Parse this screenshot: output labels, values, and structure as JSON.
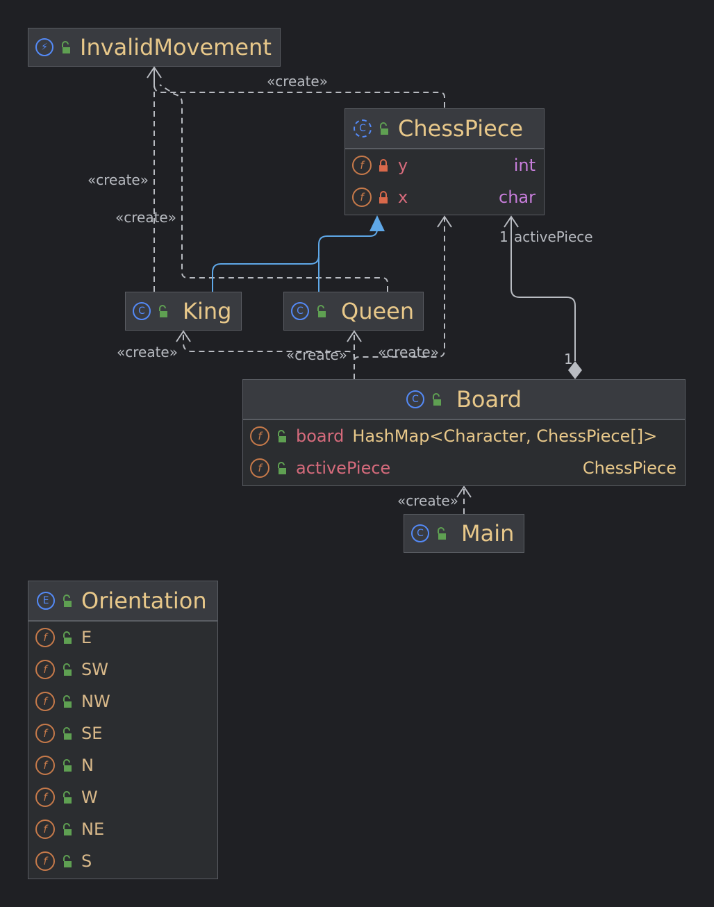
{
  "colors": {
    "background": "#1f2024",
    "node_fill": "#2b2d30",
    "node_header": "#393b40",
    "node_border": "#5a5d63",
    "class_name": "#e8c88a",
    "field_name_red": "#d66b7c",
    "field_name_plain": "#d9b98a",
    "primitive_type": "#c77ddb",
    "class_type": "#e8c88a",
    "badge_blue": "#548af7",
    "badge_orange": "#c77a4a",
    "public_green": "#5fa052",
    "private_red": "#d9694b",
    "inheritance_blue": "#5fa8e8",
    "edge_gray": "#b9bcc2"
  },
  "classes": {
    "invalid_movement": {
      "name": "InvalidMovement",
      "kind_icon": "exception-icon",
      "kind_glyph": "⚡"
    },
    "chess_piece": {
      "name": "ChessPiece",
      "kind_icon": "abstract-class-icon",
      "kind_glyph": "C",
      "fields": [
        {
          "glyph": "f",
          "name": "y",
          "type": "int"
        },
        {
          "glyph": "f",
          "name": "x",
          "type": "char"
        }
      ]
    },
    "king": {
      "name": "King",
      "kind_icon": "class-icon",
      "kind_glyph": "C"
    },
    "queen": {
      "name": "Queen",
      "kind_icon": "class-icon",
      "kind_glyph": "C"
    },
    "board": {
      "name": "Board",
      "kind_icon": "class-icon",
      "kind_glyph": "C",
      "fields": [
        {
          "glyph": "f",
          "name": "board",
          "type": "HashMap<Character, ChessPiece[]>"
        },
        {
          "glyph": "f",
          "name": "activePiece",
          "type": "ChessPiece"
        }
      ]
    },
    "main": {
      "name": "Main",
      "kind_icon": "class-icon",
      "kind_glyph": "C"
    },
    "orientation": {
      "name": "Orientation",
      "kind_icon": "enum-icon",
      "kind_glyph": "E",
      "constants": [
        {
          "glyph": "f",
          "name": "E"
        },
        {
          "glyph": "f",
          "name": "SW"
        },
        {
          "glyph": "f",
          "name": "NW"
        },
        {
          "glyph": "f",
          "name": "SE"
        },
        {
          "glyph": "f",
          "name": "N"
        },
        {
          "glyph": "f",
          "name": "W"
        },
        {
          "glyph": "f",
          "name": "NE"
        },
        {
          "glyph": "f",
          "name": "S"
        }
      ]
    }
  },
  "edge_labels": {
    "create": "«create»",
    "active_piece_mult": "1",
    "active_piece_role": "activePiece",
    "board_mult": "1"
  }
}
